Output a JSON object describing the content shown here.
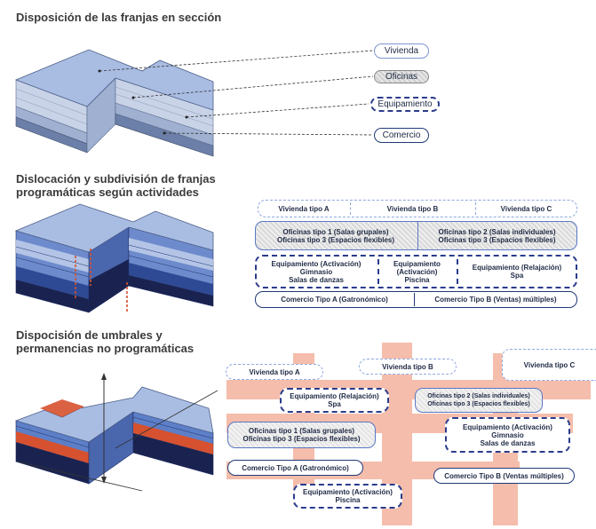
{
  "sections": {
    "s1_title": "Disposición de las franjas en sección",
    "s2_title": "Dislocación y subdivisión de franjas\nprogramáticas según actividades",
    "s3_title": "Dispocisión de umbrales y\npermanencias no programáticas"
  },
  "legend": {
    "vivienda": "Vivienda",
    "oficinas": "Oficinas",
    "equipamiento": "Equipamiento",
    "comercio": "Comercio"
  },
  "table": {
    "row1": [
      "Vivienda tipo A",
      "Vivienda tipo B",
      "Vivienda tipo C"
    ],
    "row2": [
      "Oficinas tipo 1 (Salas grupales)\nOficinas tipo 3 (Espacios flexibles)",
      "Oficinas tipo 2 (Salas individuales)\nOficinas tipo 3 (Espacios flexibles)"
    ],
    "row3": [
      "Equipamiento (Activación)\nGimnasio\nSalas de danzas",
      "Equipamiento\n(Activación)\nPiscina",
      "Equipamiento (Relajación)\nSpa"
    ],
    "row4": [
      "Comercio Tipo A (Gatronómico)",
      "Comercio Tipo  B (Ventas) múltiples)"
    ]
  },
  "scatter": {
    "viv_a": "Vivienda tipo A",
    "viv_b": "Vivienda tipo B",
    "viv_c": "Vivienda tipo C",
    "eq_relax": "Equipamiento (Relajación)\nSpa",
    "of2": "Oficinas tipo 2 (Salas individuales)\nOficinas tipo 3 (Espacios flexibles)",
    "of1": "Oficinas tipo 1 (Salas grupales)\nOficinas tipo 3 (Espacios flexibles)",
    "eq_gym": "Equipamiento (Activación)\nGimnasio\nSalas de danzas",
    "com_a": "Comercio Tipo A (Gatronómico)",
    "com_b": "Comercio Tipo  B (Ventas múltiples)",
    "eq_pool": "Equipamiento (Activación)\nPiscina"
  },
  "colors": {
    "light_blue": "#a9bde3",
    "mid_blue": "#5d7fc7",
    "dark_blue": "#1f2f6b",
    "navy": "#162052",
    "band_orange": "#e8866a",
    "red": "#d6512f"
  }
}
